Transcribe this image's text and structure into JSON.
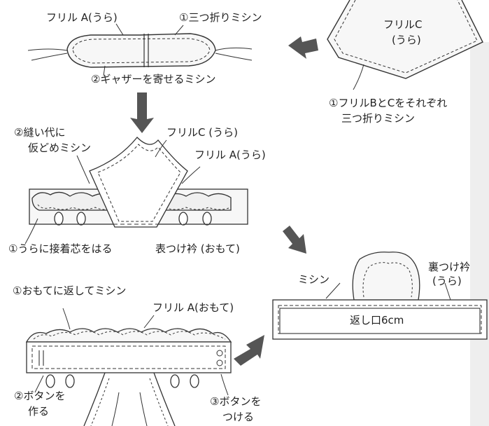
{
  "labels": {
    "frill_a_back": "フリル A(うら)",
    "step1_three_fold": "①三つ折りミシン",
    "step2_gather": "②ギャザーを寄せるミシン",
    "frill_c_back_line1": "フリルC",
    "frill_c_back_line2": "(うら)",
    "step1_frills_bc_line1": "①フリルBとCをそれぞれ",
    "step1_frills_bc_line2": "三つ折りミシン",
    "step2_baste_line1": "②縫い代に",
    "step2_baste_line2": "仮どめミシン",
    "frill_c_back_2": "フリルC (うら)",
    "frill_a_back_2": "フリル A(うら)",
    "step1_interfacing": "①うらに接着芯をはる",
    "outer_collar_front": "表つけ衿 (おもて)",
    "sewing_label": "ミシン",
    "inner_collar_line1": "裏つけ衿",
    "inner_collar_line2": "(うら)",
    "return_opening": "返し口6cm",
    "step1_turn_sew": "①おもてに返してミシン",
    "frill_a_front": "フリル A(おもて)",
    "step2_buttonhole_line1": "②ボタンを",
    "step2_buttonhole_line2": "作る",
    "step3_button_line1": "③ボタンを",
    "step3_button_line2": "つける"
  },
  "colors": {
    "line": "#333333",
    "arrow": "#555555",
    "fabric": "#f2f2f2"
  }
}
